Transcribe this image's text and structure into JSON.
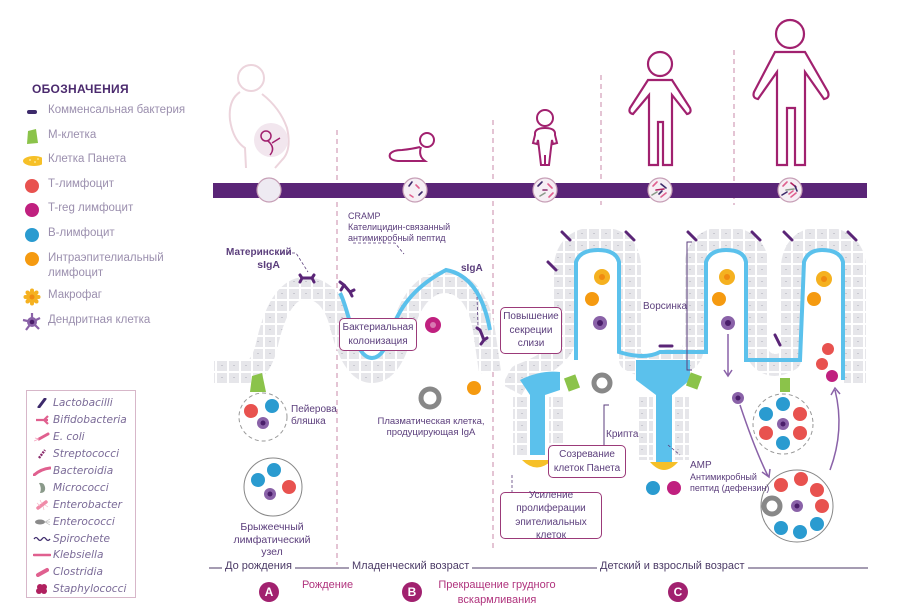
{
  "legend": {
    "title": "ОБОЗНАЧЕНИЯ",
    "items": [
      {
        "icon": "commensal-bacterium-icon",
        "label": "Комменсальная бактерия",
        "color": "#3d2a6b"
      },
      {
        "icon": "m-cell-icon",
        "label": "М-клетка",
        "color": "#8bc34a"
      },
      {
        "icon": "paneth-cell-icon",
        "label": "Клетка Панета",
        "color": "#f6c028"
      },
      {
        "icon": "t-lymphocyte-icon",
        "label": "Т-лимфоцит",
        "color": "#e8524f"
      },
      {
        "icon": "treg-lymphocyte-icon",
        "label": "T-reg лимфоцит",
        "color": "#c0207f"
      },
      {
        "icon": "b-lymphocyte-icon",
        "label": "В-лимфоцит",
        "color": "#2a9bd0"
      },
      {
        "icon": "intraepithelial-lymphocyte-icon",
        "label": "Интраэпителиальный лимфоцит",
        "color": "#f59a10"
      },
      {
        "icon": "macrophage-icon",
        "label": "Макрофаг",
        "color": "#f5b120"
      },
      {
        "icon": "dendritic-cell-icon",
        "label": "Дендритная клетка",
        "color": "#8a62a8"
      }
    ]
  },
  "bacteria": [
    {
      "name": "Lactobacilli",
      "color": "#3d2a6b"
    },
    {
      "name": "Bifidobacteria",
      "color": "#e0608f"
    },
    {
      "name": "E. coli",
      "color": "#e0608f"
    },
    {
      "name": "Streptococci",
      "color": "#8a2a6b"
    },
    {
      "name": "Bacteroidia",
      "color": "#e0608f"
    },
    {
      "name": "Micrococci",
      "color": "#8a9a8a"
    },
    {
      "name": "Enterobacter",
      "color": "#f08aa8"
    },
    {
      "name": "Enterococci",
      "color": "#8a8a8a"
    },
    {
      "name": "Spirochete",
      "color": "#3d2a6b"
    },
    {
      "name": "Klebsiella",
      "color": "#e0608f"
    },
    {
      "name": "Clostridia",
      "color": "#e0608f"
    },
    {
      "name": "Staphylococci",
      "color": "#b0205f"
    }
  ],
  "labels": {
    "maternal_siga_1": "Материнский",
    "maternal_siga_2": "sIgA",
    "cramp_title": "CRAMP",
    "cramp_desc_1": "Кателицидин-связанный",
    "cramp_desc_2": "антимикробный пептид",
    "siga": "sIgA",
    "bacterial_colonization": "Бактериальная колонизация",
    "peyer_patch_1": "Пейерова",
    "peyer_patch_2": "бляшка",
    "plasma_cell_1": "Плазматическая клетка,",
    "plasma_cell_2": "продуцирующая IgA",
    "mesenteric_node_1": "Брыжеечный",
    "mesenteric_node_2": "лимфатический узел",
    "mucus_secretion": "Повышение секреции слизи",
    "villus": "Ворсинка",
    "crypt": "Крипта",
    "paneth_maturation": "Созревание клеток Панета",
    "epithelial_proliferation": "Усиление пролиферации эпителиальных клеток",
    "amp_title": "AMP",
    "amp_desc_1": "Антимикробный",
    "amp_desc_2": "пептид (дефензин)"
  },
  "timeline": {
    "stages": [
      "До рождения",
      "Младенческий возраст",
      "Детский и взрослый возраст"
    ],
    "events": [
      "Рождение",
      "Прекращение грудного вскармливания"
    ],
    "badges": [
      "A",
      "B",
      "C"
    ]
  },
  "colors": {
    "timeline_bar": "#5a2577",
    "mucus": "#5bc1ec",
    "epithelium": "#e6e6ea",
    "figure_stroke": "#a1216f",
    "box_border": "#9b3a79",
    "text": "#5b3e7c"
  }
}
